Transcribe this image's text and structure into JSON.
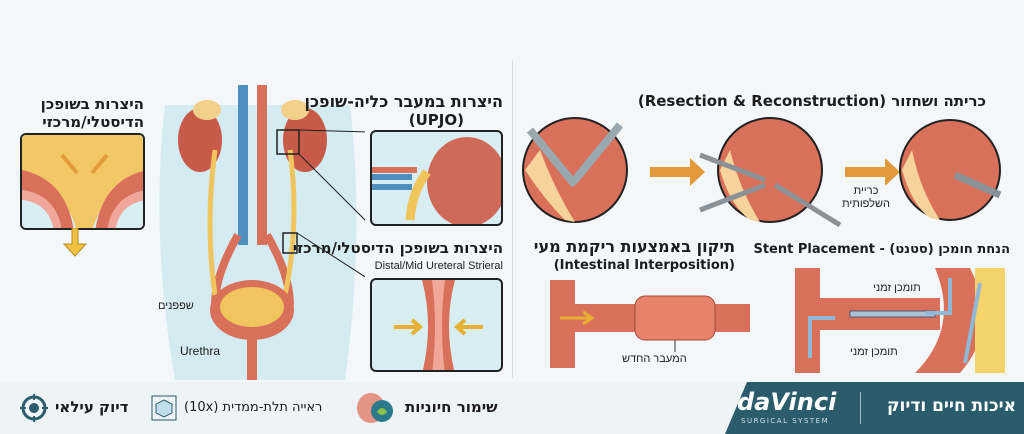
{
  "left_panel": {
    "distal_title": "היצרות בשופכן הדיסטלי/מרכזי",
    "label_bladder": "שפפנים",
    "label_urethra": "Urethra",
    "upjo_title": "היצרות במעבר כליה-שופכן",
    "upjo_subtitle": "(UPJO)",
    "mid_title": "היצרות בשופכן הדיסטלי/מרכזי",
    "mid_subtitle": "Distal/Mid Ureteral Strieral"
  },
  "right_panel": {
    "resection_title": "כריתה ושחזור (Resection & Reconstruction)",
    "resection_label": "כריית השלפותית",
    "intestinal_title": "תיקון באמצעות ריקמת מעי",
    "intestinal_subtitle": "(Intestinal Interposition)",
    "intestinal_label": "המעבר החדש",
    "stent_title": "הנחת חומכן (סטנט) - Stent Placement",
    "stent_label_top": "תומכן זמני",
    "stent_label_bottom": "תומכן זמני"
  },
  "footer": {
    "features": [
      {
        "icon": "target-icon",
        "label": "דיוק עילאי"
      },
      {
        "icon": "3d-cube-icon",
        "label": "ראייה תלת-ממדית (10x)"
      },
      {
        "icon": "organ-preservation-icon",
        "label": "שימור חיוניות"
      }
    ],
    "brand": "daVinci",
    "brand_sub": "SURGICAL SYSTEM",
    "tagline": "איכות חיים ודיוק"
  },
  "colors": {
    "tissue": "#d9705a",
    "urine": "#f0c55e",
    "vein": "#4f8fc0",
    "banner": "#2b5c6c",
    "arrow": "#e39a3a"
  }
}
